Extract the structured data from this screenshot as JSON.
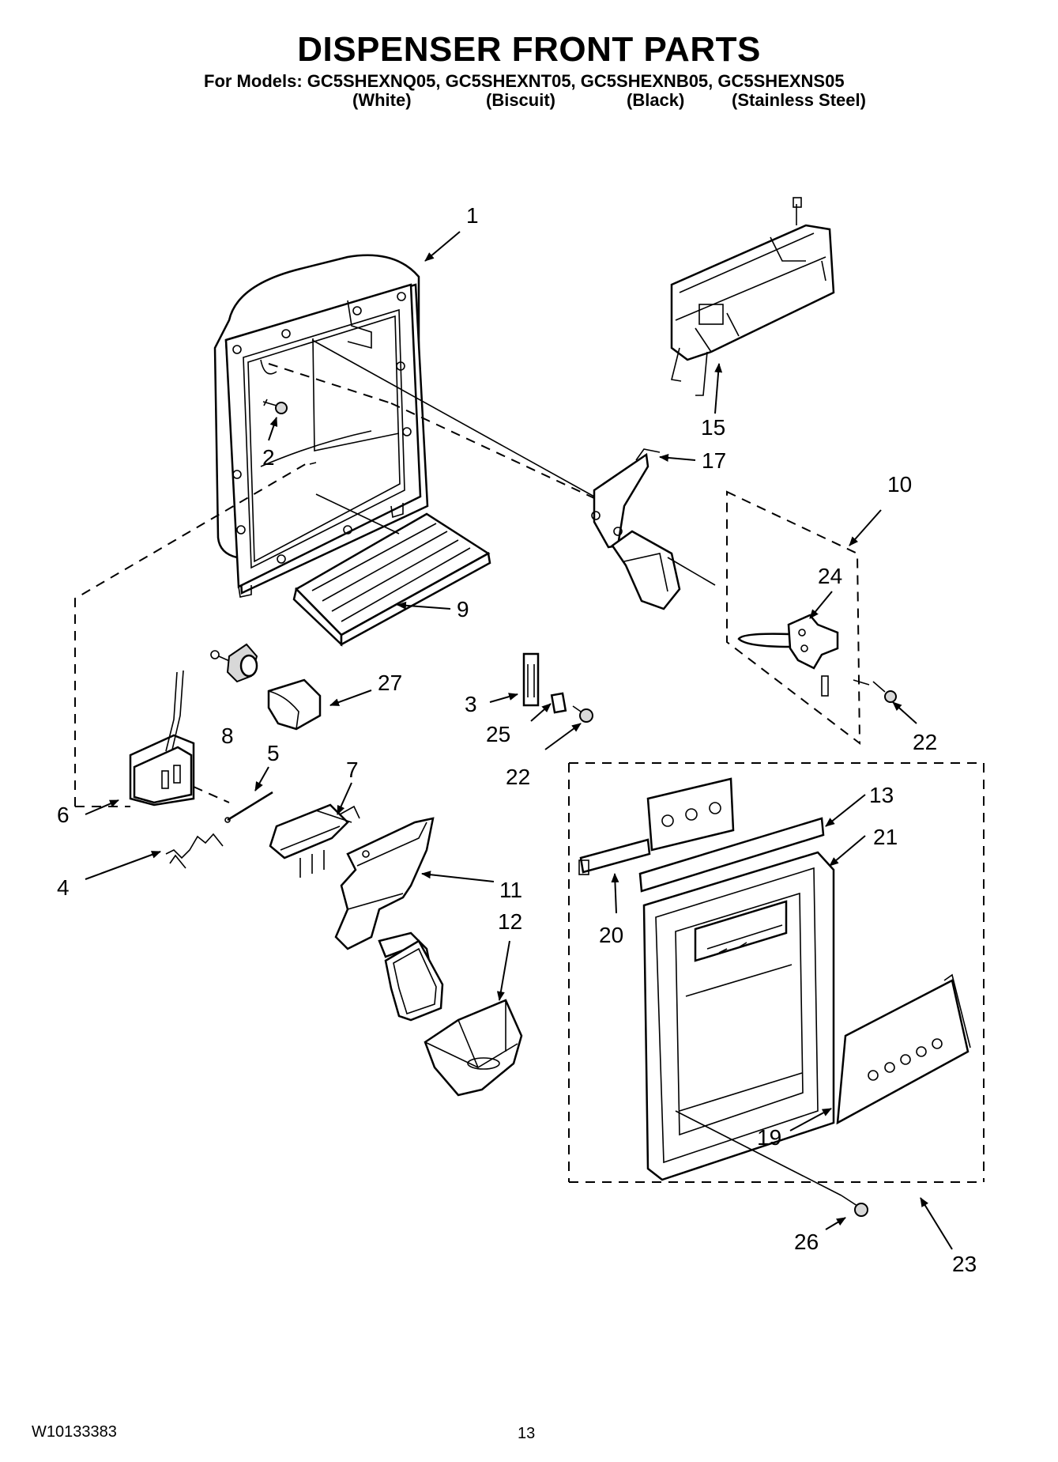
{
  "header": {
    "title": "DISPENSER FRONT PARTS",
    "models_line": "For Models: GC5SHEXNQ05, GC5SHEXNT05, GC5SHEXNB05, GC5SHEXNS05",
    "finishes": [
      "(White)",
      "(Biscuit)",
      "(Black)",
      "(Stainless Steel)"
    ]
  },
  "callouts": {
    "c1": "1",
    "c2": "2",
    "c3": "3",
    "c4": "4",
    "c5": "5",
    "c6": "6",
    "c7": "7",
    "c8": "8",
    "c9": "9",
    "c10": "10",
    "c11": "11",
    "c12": "12",
    "c13": "13",
    "c15": "15",
    "c17": "17",
    "c19": "19",
    "c20": "20",
    "c21": "21",
    "c22a": "22",
    "c22b": "22",
    "c23": "23",
    "c24": "24",
    "c25": "25",
    "c26": "26",
    "c27": "27"
  },
  "footer": {
    "doc_number": "W10133383",
    "page_number": "13"
  }
}
